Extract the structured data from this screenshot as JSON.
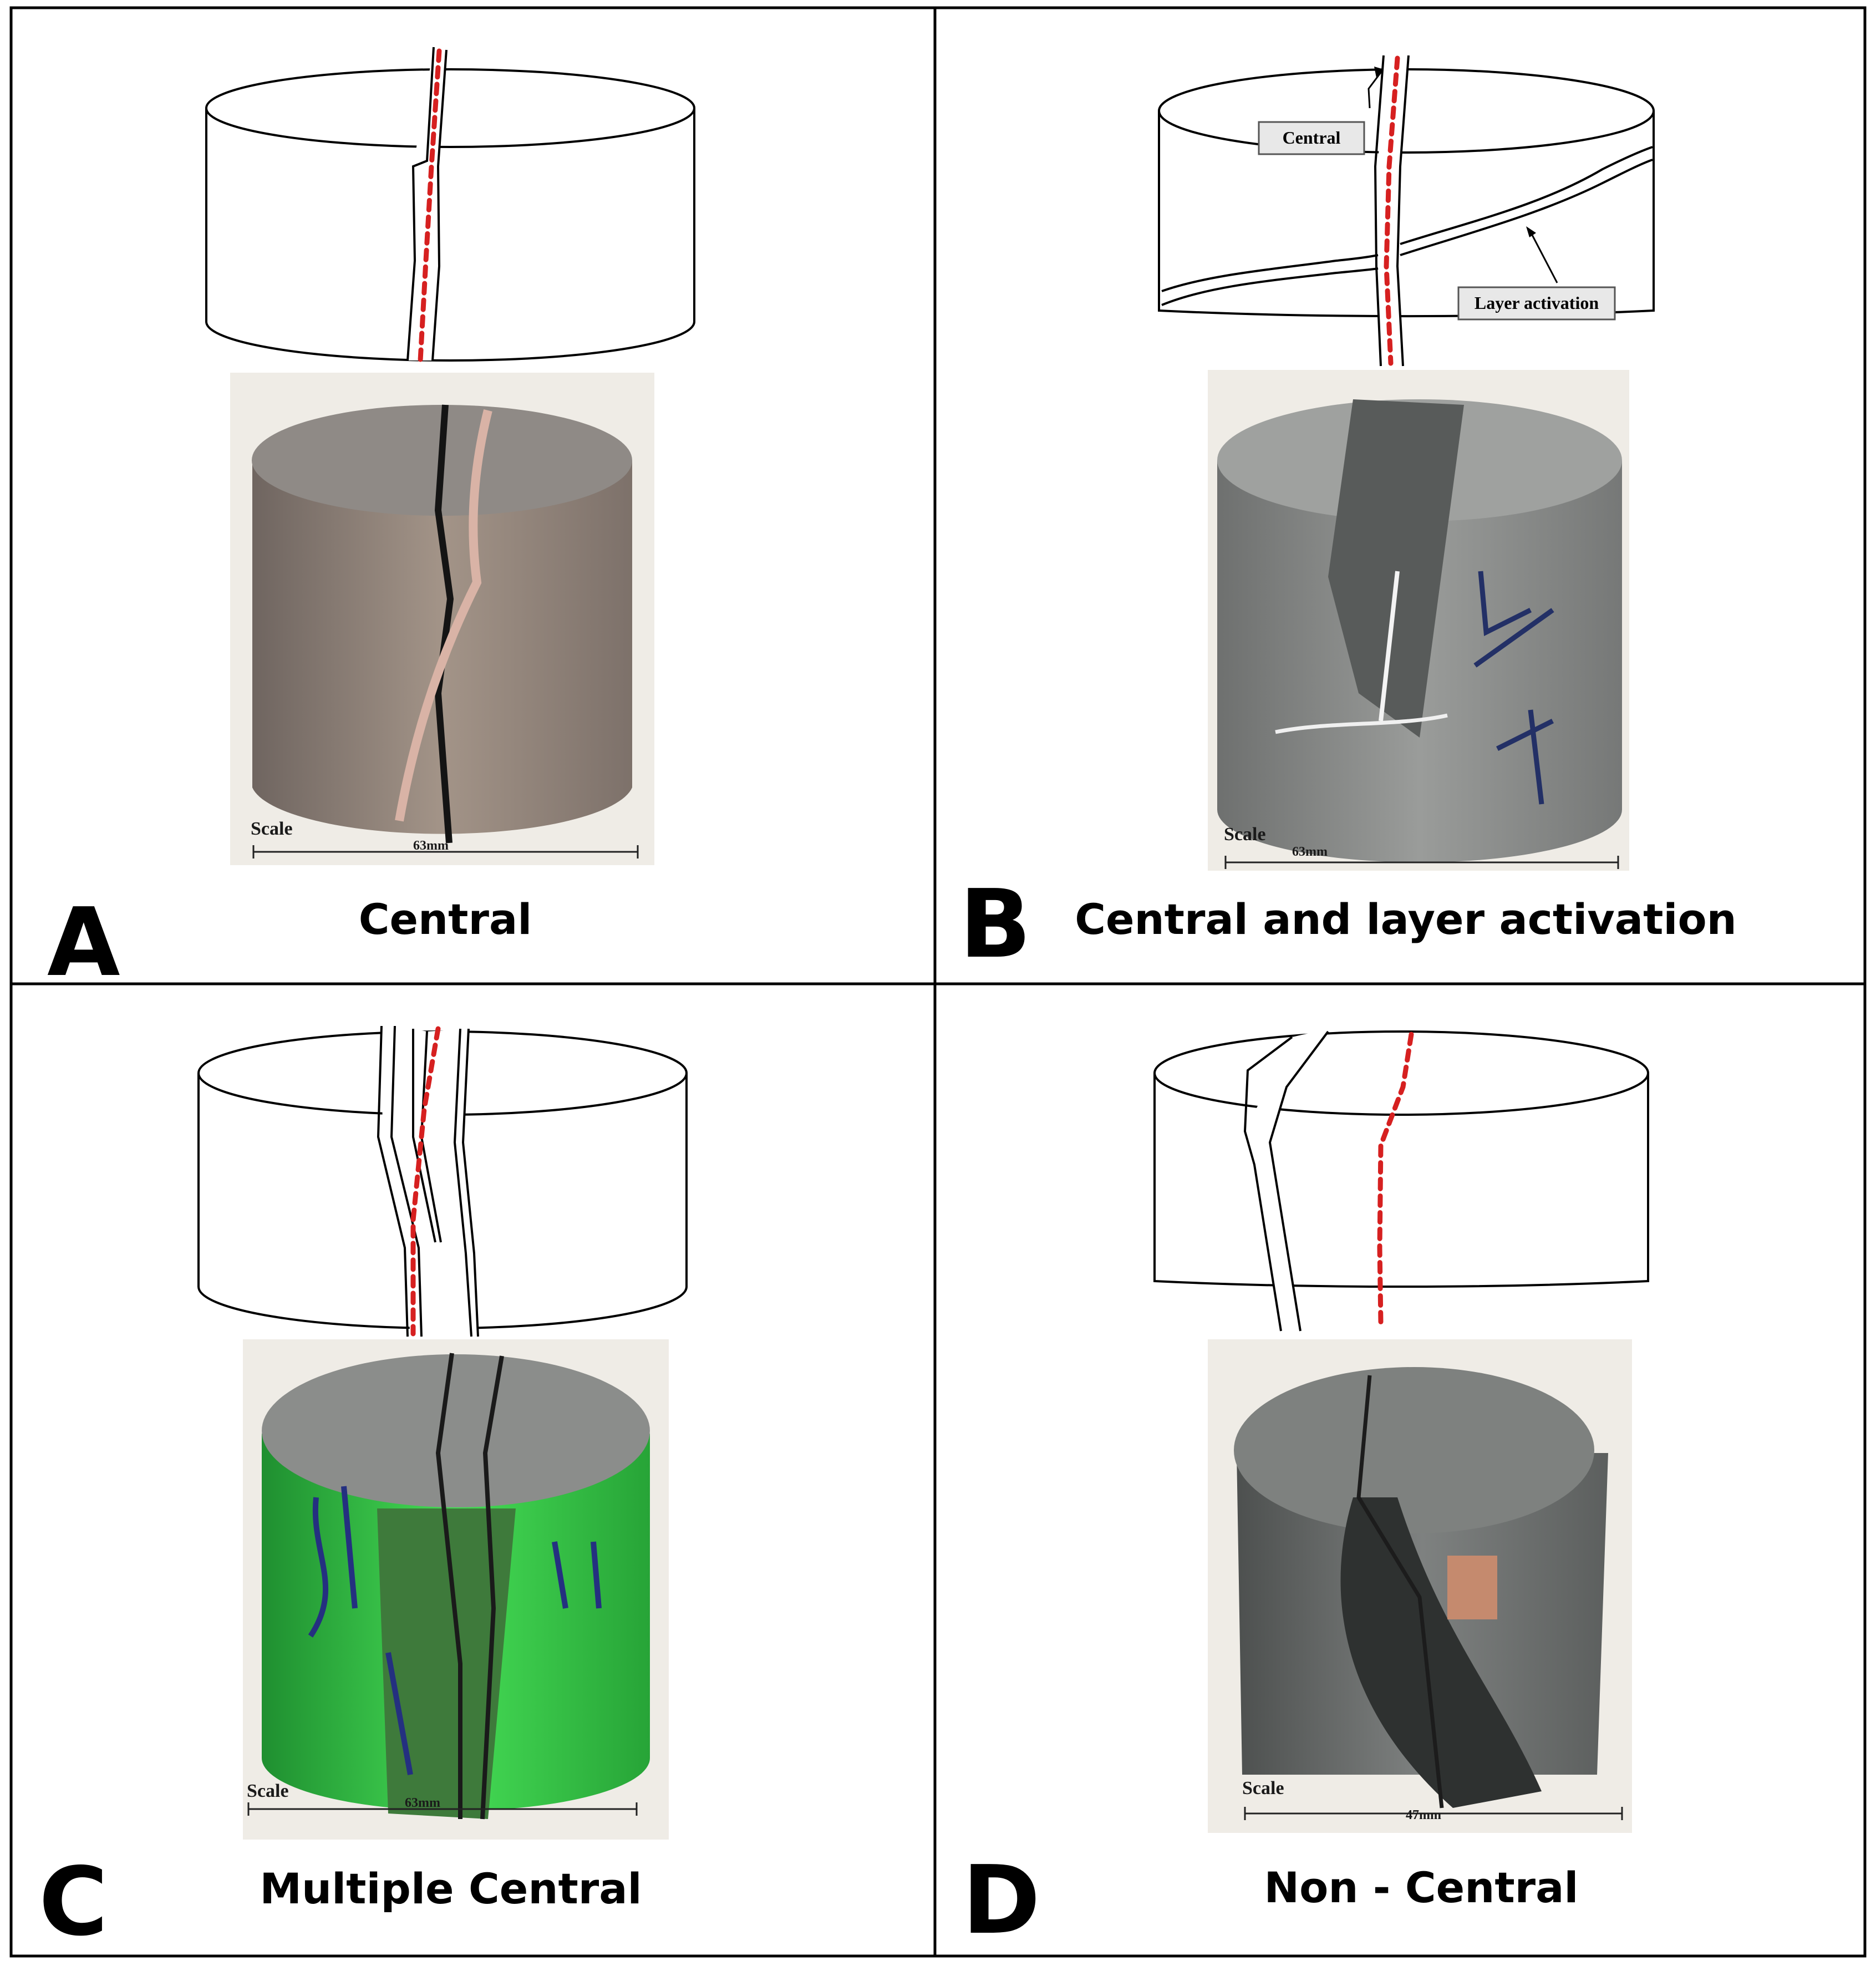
{
  "panels": {
    "A": {
      "letter": "A",
      "caption": "Central",
      "scale_label": "Scale",
      "scale_value": "63mm"
    },
    "B": {
      "letter": "B",
      "caption": "Central and layer activation",
      "scale_label": "Scale",
      "scale_value": "63mm",
      "callouts": {
        "central": "Central",
        "layer": "Layer activation"
      }
    },
    "C": {
      "letter": "C",
      "caption": "Multiple Central",
      "scale_label": "Scale",
      "scale_value": "63mm"
    },
    "D": {
      "letter": "D",
      "caption": "Non - Central",
      "scale_label": "Scale",
      "scale_value": "47mm"
    }
  },
  "colors": {
    "crack_trace": "#d62020",
    "photo_background": "#efece6",
    "rock_gray": "#8d8f8c",
    "rock_pink_gray": "#9a8c82",
    "rock_dark_gray": "#6b6e6d",
    "label_sleeve_green": "#3cd04a",
    "callout_box": "#e8e8e8"
  }
}
